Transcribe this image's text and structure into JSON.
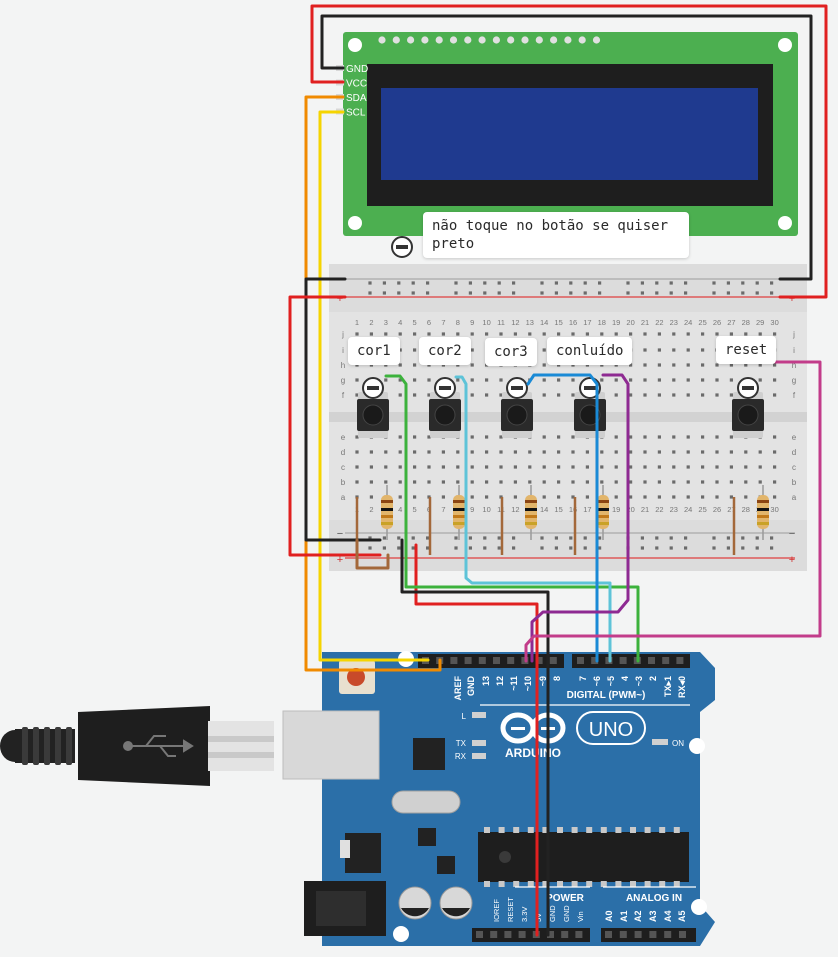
{
  "lcd": {
    "pins": [
      "GND",
      "VCC",
      "SDA",
      "SCL"
    ],
    "note": "não toque no botão se quiser preto"
  },
  "buttons": [
    {
      "label": "cor1"
    },
    {
      "label": "cor2"
    },
    {
      "label": "cor3"
    },
    {
      "label": "conluído"
    },
    {
      "label": "reset"
    }
  ],
  "breadboard": {
    "column_numbers": [
      "1",
      "2",
      "3",
      "4",
      "5",
      "6",
      "7",
      "8",
      "9",
      "10",
      "11",
      "12",
      "13",
      "14",
      "15",
      "16",
      "17",
      "18",
      "19",
      "20",
      "21",
      "22",
      "23",
      "24",
      "25",
      "26",
      "27",
      "28",
      "29",
      "30"
    ],
    "row_letters_top": [
      "j",
      "i",
      "h",
      "g",
      "f"
    ],
    "row_letters_bottom": [
      "e",
      "d",
      "c",
      "b",
      "a"
    ],
    "rail_minus": "−",
    "rail_plus": "+"
  },
  "arduino": {
    "brand": "ARDUINO",
    "model": "UNO",
    "digital_header_label": "DIGITAL (PWM~)",
    "digital_pins": [
      "AREF",
      "GND",
      "13",
      "12",
      "~11",
      "~10",
      "~9",
      "8",
      "7",
      "~6",
      "~5",
      "4",
      "~3",
      "2",
      "TX▸1",
      "RX◂0"
    ],
    "led_labels": [
      "L",
      "TX",
      "RX"
    ],
    "on_label": "ON",
    "power_label": "POWER",
    "power_pins": [
      "IOREF",
      "RESET",
      "3.3V",
      "5V",
      "GND",
      "GND",
      "Vin"
    ],
    "analog_label": "ANALOG IN",
    "analog_pins": [
      "A0",
      "A1",
      "A2",
      "A3",
      "A4",
      "A5"
    ]
  },
  "colors": {
    "background": "#f3f4f4",
    "lcd_board": "#4caf50",
    "lcd_screen": "#1f3a8f",
    "breadboard": "#e3e3e3",
    "arduino": "#2b6fa8",
    "wire_red": "#e02020",
    "wire_black": "#222222",
    "wire_orange": "#f08a00",
    "wire_yellow": "#f5d400",
    "wire_green": "#3cb23c",
    "wire_cyan": "#5ec3d8",
    "wire_blue": "#1a8ad6",
    "wire_purple": "#8e2a92",
    "wire_magenta": "#c23c8a",
    "wire_brown": "#a3683a"
  }
}
